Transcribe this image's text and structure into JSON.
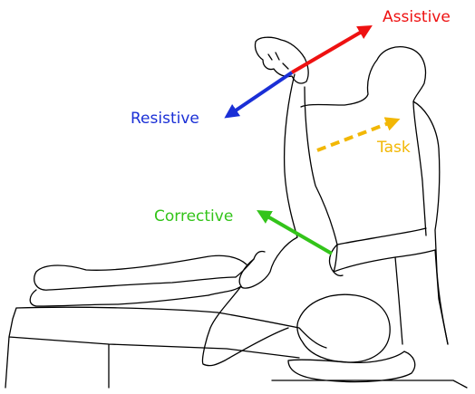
{
  "labels": {
    "assistive": "Assistive",
    "resistive": "Resistive",
    "task": "Task",
    "corrective": "Corrective"
  },
  "colors": {
    "assistive": "#ee1111",
    "resistive": "#1a2fd6",
    "task": "#f2b705",
    "corrective": "#33c41a",
    "outline": "#000000"
  }
}
